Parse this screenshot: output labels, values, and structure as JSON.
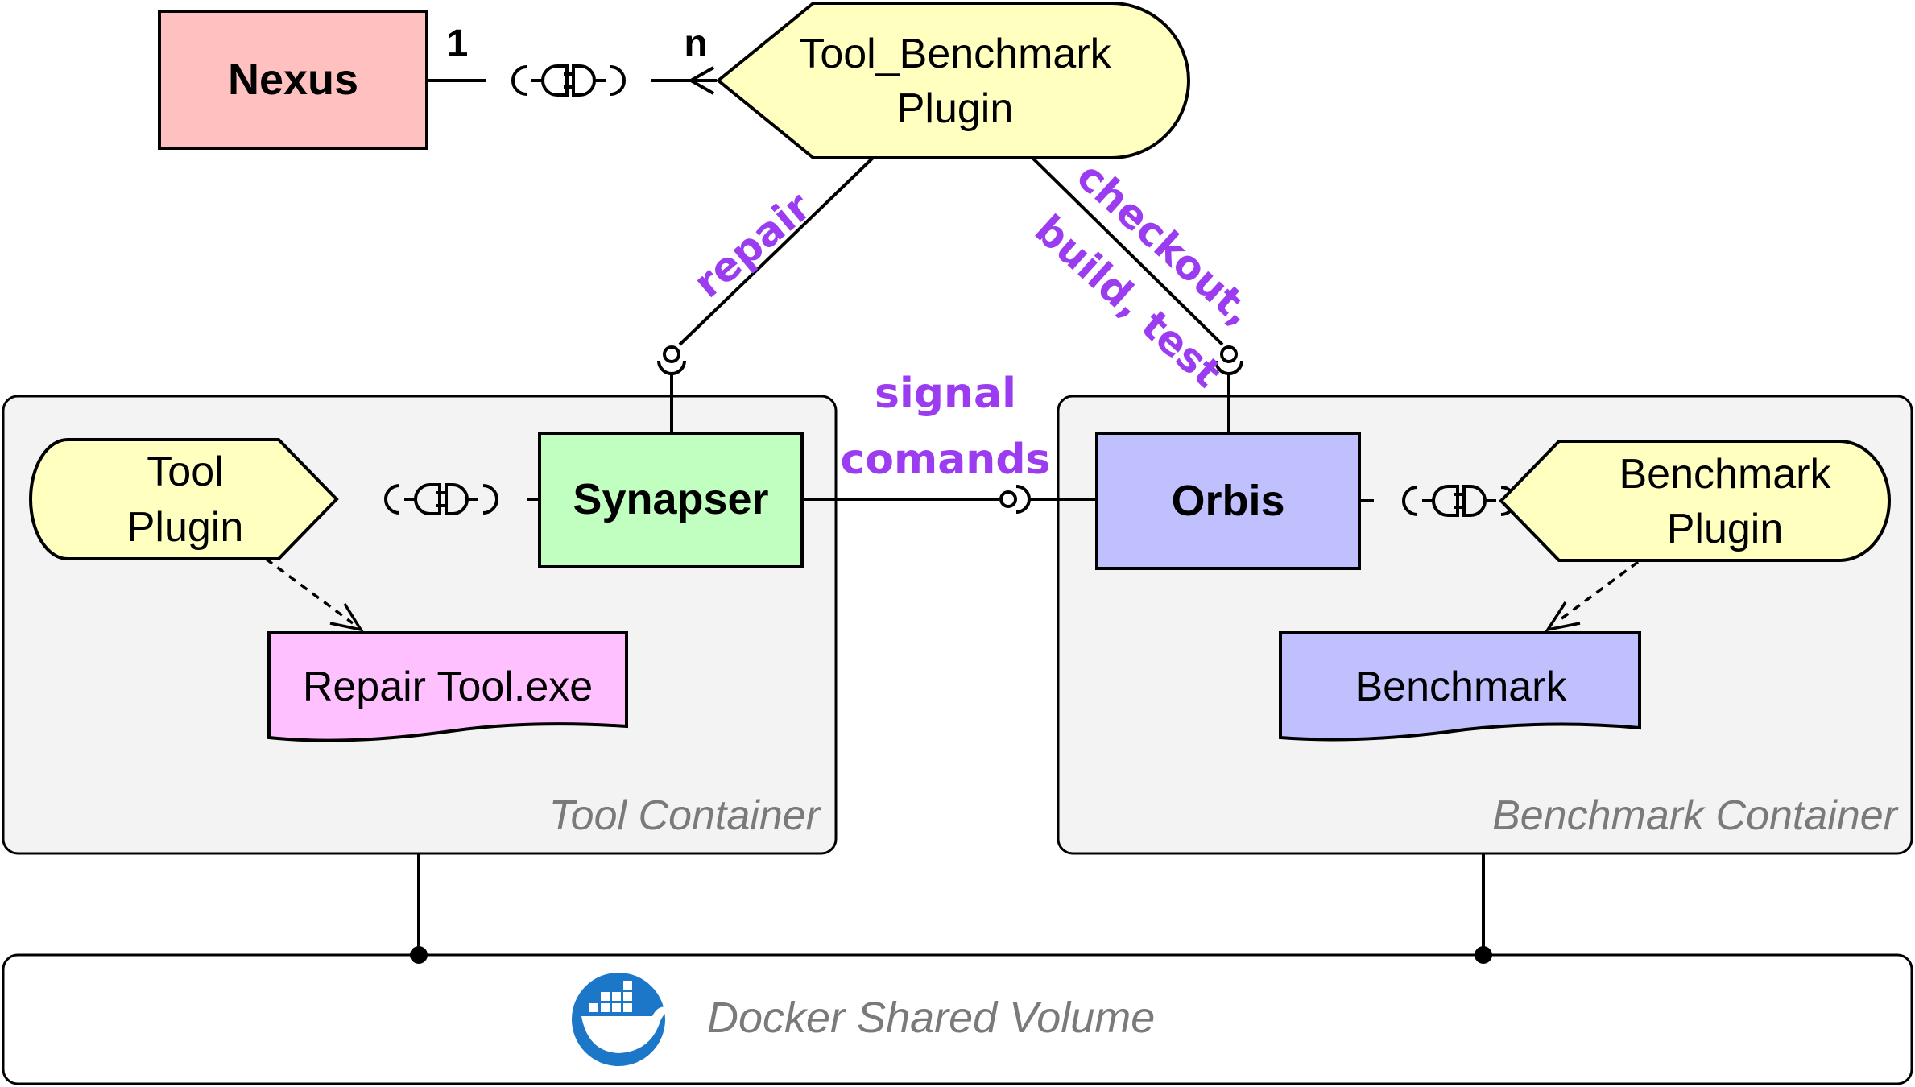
{
  "nodes": {
    "nexus": {
      "label": "Nexus",
      "color": "#ffc0c0"
    },
    "tool_benchmark_plugin": {
      "line1": "Tool_Benchmark",
      "line2": "Plugin",
      "color": "#ffffc0"
    },
    "tool_plugin": {
      "line1": "Tool",
      "line2": "Plugin",
      "color": "#ffffc0"
    },
    "synapser": {
      "label": "Synapser",
      "color": "#c0ffc0"
    },
    "repair_tool": {
      "label": "Repair Tool.exe",
      "color": "#ffc0ff"
    },
    "orbis": {
      "label": "Orbis",
      "color": "#c0c0ff"
    },
    "benchmark_plugin": {
      "line1": "Benchmark",
      "line2": "Plugin",
      "color": "#ffffc0"
    },
    "benchmark": {
      "label": "Benchmark",
      "color": "#c0c0ff"
    }
  },
  "containers": {
    "tool": {
      "label": "Tool Container"
    },
    "benchmark": {
      "label": "Benchmark Container"
    },
    "shared_volume": {
      "label": "Docker Shared Volume"
    }
  },
  "multiplicity": {
    "one": "1",
    "many": "n"
  },
  "edge_labels": {
    "repair": "repair",
    "checkout": "checkout,",
    "build_test": "build, test",
    "signal": "signal",
    "comands": "comands"
  },
  "colors": {
    "container_fill": "#f3f3f3",
    "annotation": "#9b3cf0",
    "docker_blue": "#1d77c9"
  },
  "icons": {
    "docker": "docker-whale-icon"
  }
}
